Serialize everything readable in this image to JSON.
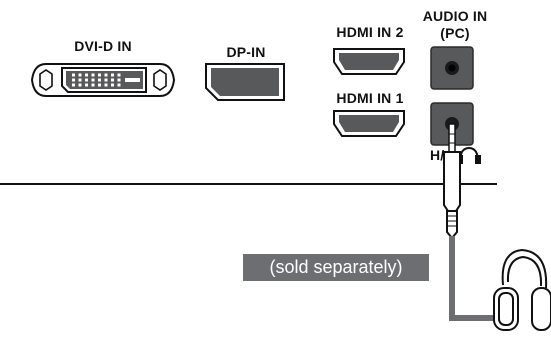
{
  "ports": {
    "dvi": "DVI-D IN",
    "dp": "DP-IN",
    "hdmi2": "HDMI IN 2",
    "hdmi1": "HDMI IN 1",
    "audio_line1": "AUDIO IN",
    "audio_line2": "(PC)",
    "headphone": "H/"
  },
  "note": "(sold separately)",
  "colors": {
    "port_fill": "#58595b",
    "port_dark": "#2b2b2b",
    "note_bg": "#6d6e71",
    "line": "#111111",
    "cable": "#6d6e71"
  },
  "icons": [
    "headphone-symbol-icon",
    "headphones-icon"
  ]
}
